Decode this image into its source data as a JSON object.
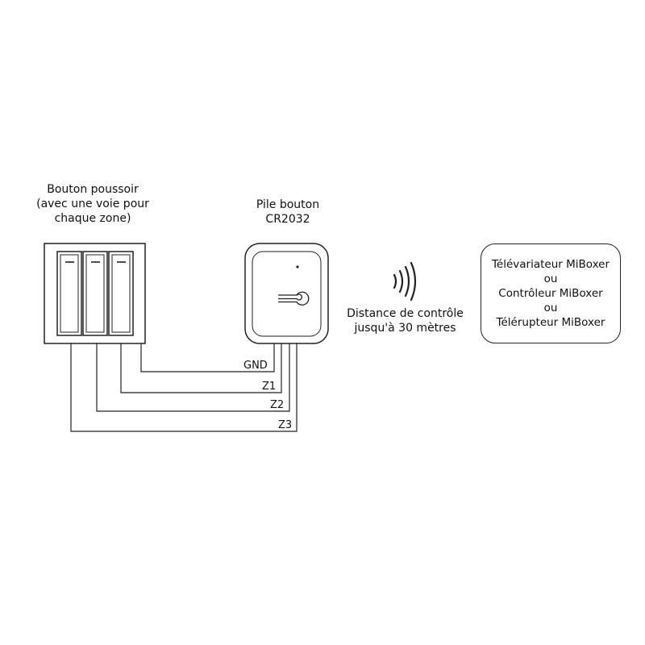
{
  "push_button": {
    "title": "Bouton poussoir",
    "subtitle_line1": "(avec une voie pour",
    "subtitle_line2": "chaque zone)"
  },
  "battery": {
    "line1": "Pile bouton",
    "line2": "CR2032"
  },
  "wires": [
    {
      "id": "gnd",
      "label": "GND"
    },
    {
      "id": "z1",
      "label": "Z1"
    },
    {
      "id": "z2",
      "label": "Z2"
    },
    {
      "id": "z3",
      "label": "Z3"
    }
  ],
  "range": {
    "line1": "Distance de contrôle",
    "line2": "jusqu'à 30 mètres"
  },
  "target": {
    "line1": "Télévariateur MiBoxer",
    "line2": "ou",
    "line3": "Contrôleur MiBoxer",
    "line4": "ou",
    "line5": "Télérupteur MiBoxer"
  },
  "icons": {
    "signal": "wireless-signal-icon",
    "remote_logo": "miboxer-logo-icon"
  }
}
